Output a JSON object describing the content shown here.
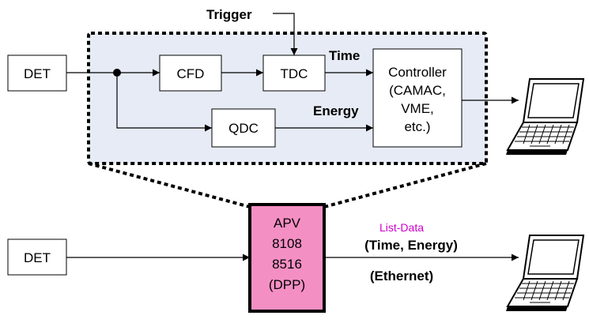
{
  "colors": {
    "panel_fill": "#e6ebf5",
    "apv_fill": "#f48fc4",
    "list_data_text": "#cc00cc",
    "laptop_screen": "#ffffff",
    "laptop_body": "#ffffff"
  },
  "top": {
    "det": "DET",
    "cfd": "CFD",
    "tdc": "TDC",
    "qdc": "QDC",
    "trigger": "Trigger",
    "time": "Time",
    "energy": "Energy",
    "controller": [
      "Controller",
      "(CAMAC,",
      "VME,",
      "etc.)"
    ]
  },
  "bottom": {
    "det": "DET",
    "apv": [
      "APV",
      "8108",
      "8516",
      "(DPP)"
    ],
    "list_data": "List-Data",
    "time_energy": "(Time, Energy)",
    "ethernet": "(Ethernet)"
  },
  "icons": [
    "laptop-icon",
    "laptop-icon"
  ]
}
